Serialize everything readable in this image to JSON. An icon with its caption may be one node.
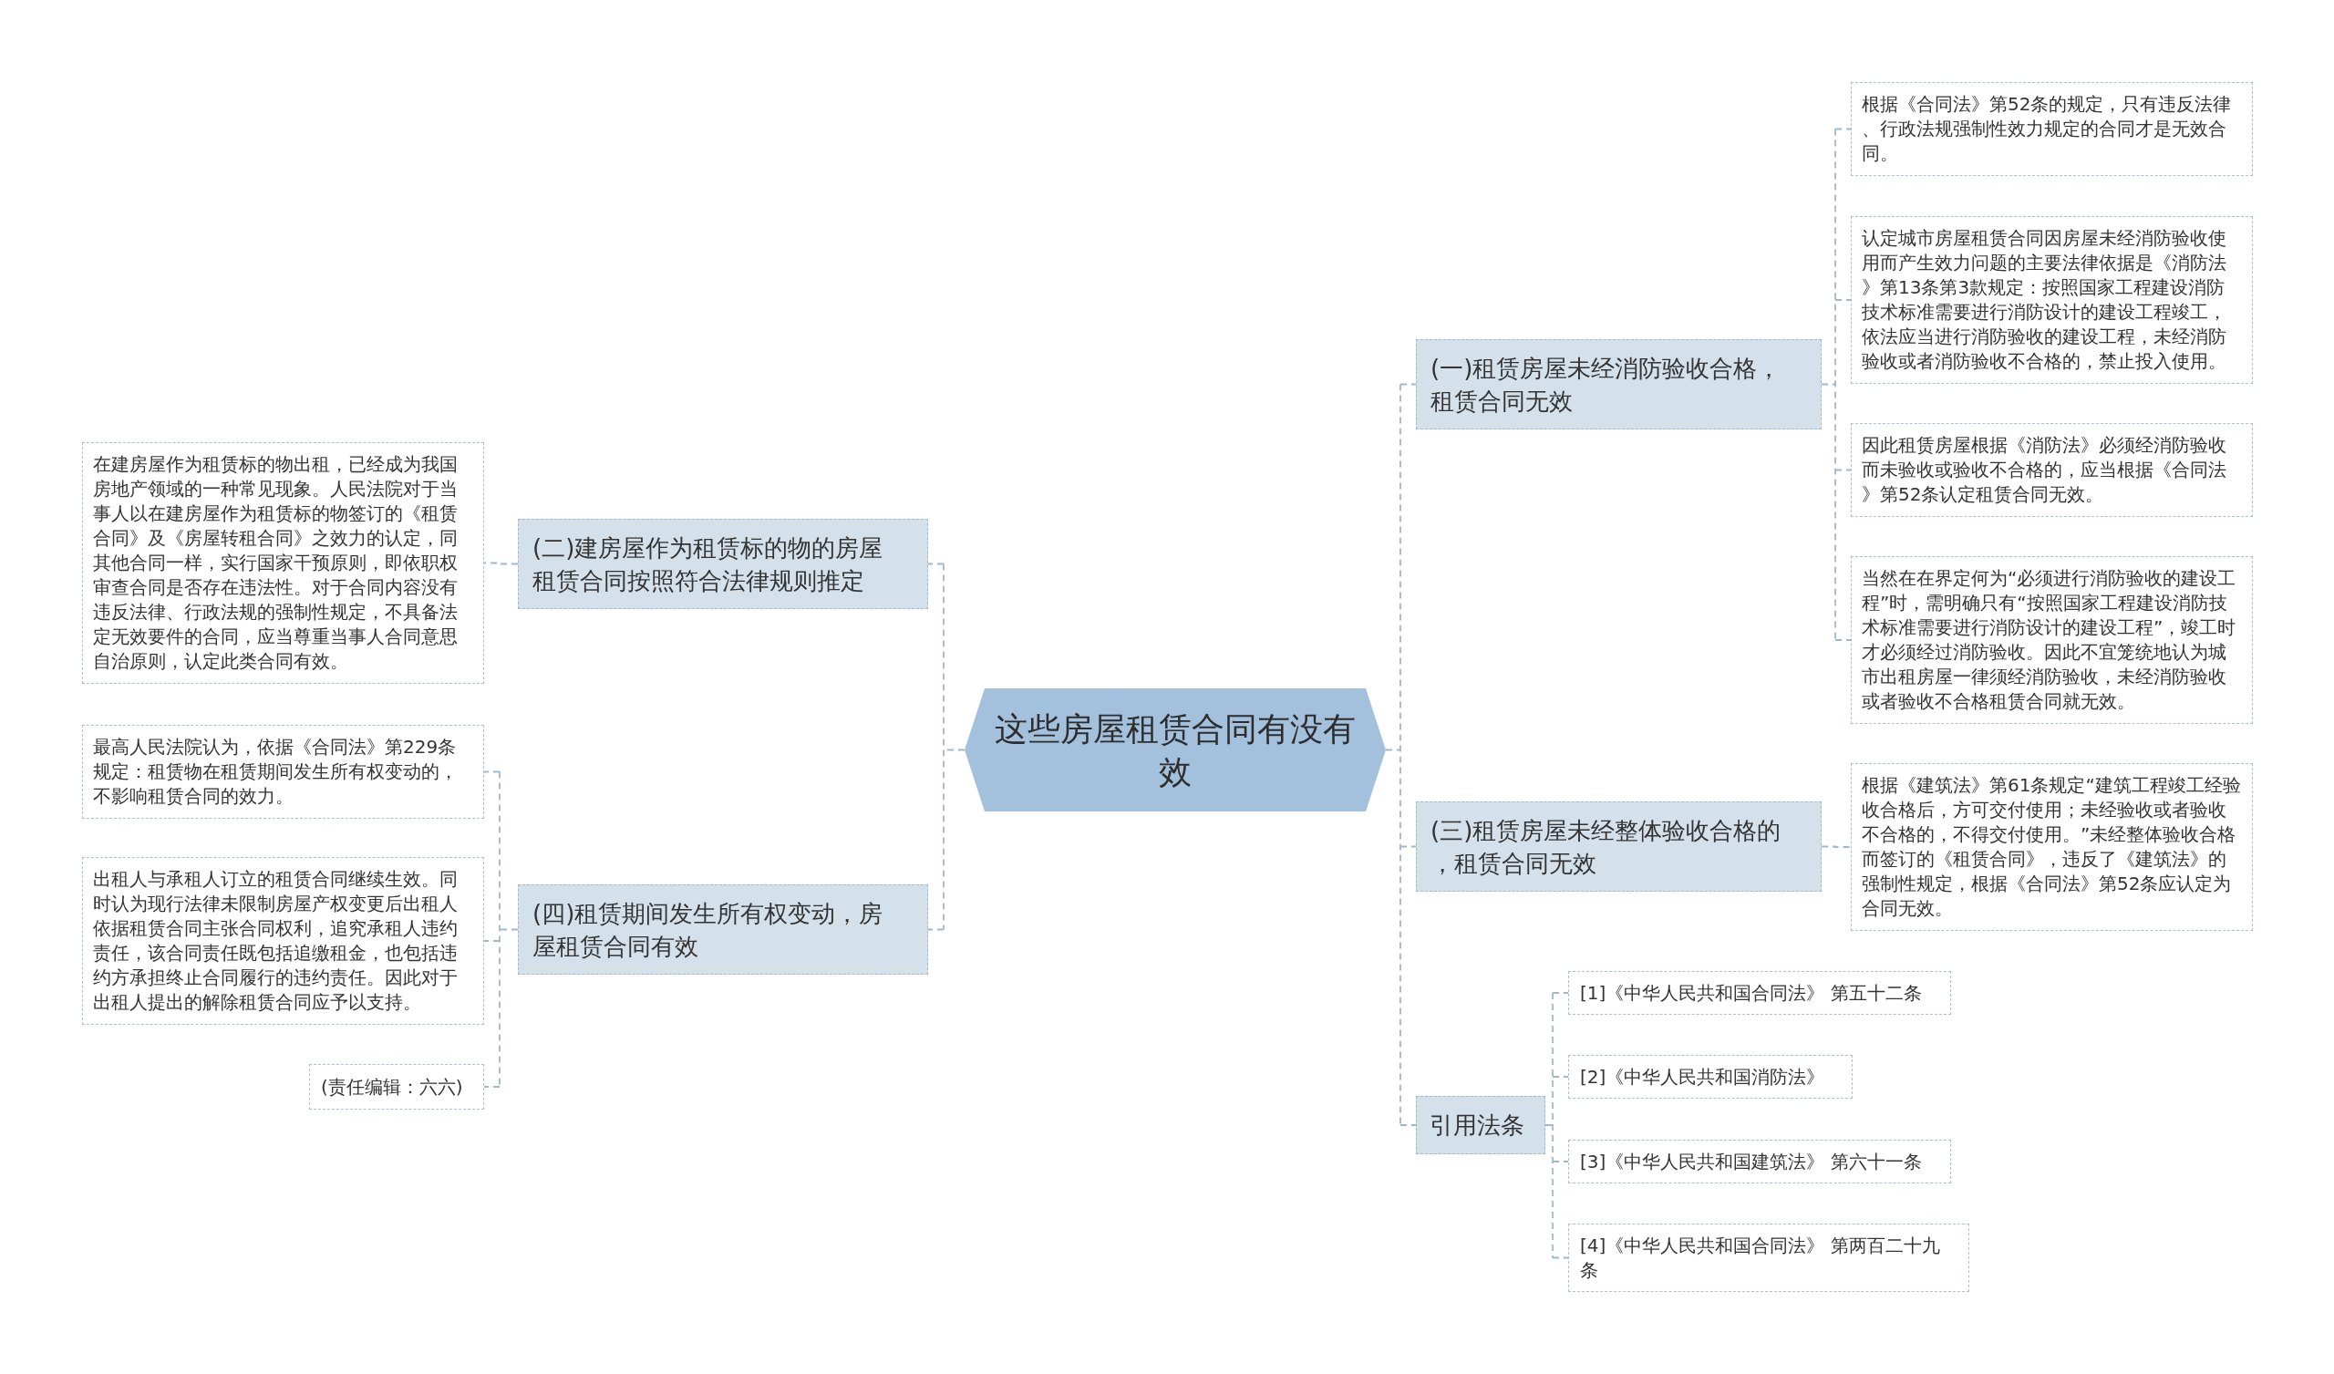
{
  "diagram": {
    "nodes": [
      {
        "text": [
          "这些房屋租赁合同有没有效"
        ]
      },
      {
        "text": [
          "(一)租赁房屋未经消防验收合格，租赁合同无效"
        ]
      },
      {
        "text": [
          "根据《合同法》第52条的规定，只有违反法律、行政法规强制性效力规定的合同才是无效合同。"
        ]
      },
      {
        "text": [
          "认定城市房屋租赁合同因房屋未经消防验收使用而产生效力问题的主要法律依据是《消防法》第13条第3款规定：按照国家工程建设消防技术标准需要进行消防设计的建设工程竣工，依法应当进行消防验收的建设工程，未经消防验收或者消防验收不合格的，禁止投入使用。"
        ]
      },
      {
        "text": [
          "因此租赁房屋根据《消防法》必须经消防验收而未验收或验收不合格的，应当根据《合同法》第52条认定租赁合同无效。"
        ]
      },
      {
        "text": [
          "当然在在界定何为“必须进行消防验收的建设工程”时，需明确只有“按照国家工程建设消防技术标准需要进行消防设计的建设工程”，竣工时才必须经过消防验收。因此不宜笼统地认为城市出租房屋一律须经消防验收，未经消防验收或者验收不合格租赁合同就无效。"
        ]
      },
      {
        "text": [
          "(三)租赁房屋未经整体验收合格的，租赁合同无效"
        ]
      },
      {
        "text": [
          "根据《建筑法》第61条规定“建筑工程竣工经验收合格后，方可交付使用；未经验收或者验收不合格的，不得交付使用。”未经整体验收合格而签订的《租赁合同》，违反了《建筑法》的强制性规定，根据《合同法》第52条应认定为合同无效。"
        ]
      },
      {
        "text": [
          "引用法条"
        ]
      },
      {
        "text": [
          "[1]《中华人民共和国合同法》 第五十二条"
        ]
      },
      {
        "text": [
          "[2]《中华人民共和国消防法》"
        ]
      },
      {
        "text": [
          "[3]《中华人民共和国建筑法》 第六十一条"
        ]
      },
      {
        "text": [
          "[4]《中华人民共和国合同法》 第两百二十九条"
        ]
      },
      {
        "text": [
          "(二)建房屋作为租赁标的物的房屋租赁合同按照符合法律规则推定"
        ]
      },
      {
        "text": [
          "在建房屋作为租赁标的物出租，已经成为我国房地产领域的一种常见现象。人民法院对于当事人以在建房屋作为租赁标的物签订的《租赁合同》及《房屋转租合同》之效力的认定，同其他合同一样，实行国家干预原则，即依职权审查合同是否存在违法性。对于合同内容没有违反法律、行政法规的强制性规定，不具备法定无效要件的合同，应当尊重当事人合同意思自治原则，认定此类合同有效。"
        ]
      },
      {
        "text": [
          "(四)租赁期间发生所有权变动，房屋租赁合同有效"
        ]
      },
      {
        "text": [
          "最高人民法院认为，依据《合同法》第229条规定：租赁物在租赁期间发生所有权变动的，不影响租赁合同的效力。"
        ]
      },
      {
        "text": [
          "出租人与承租人订立的租赁合同继续生效。同时认为现行法律未限制房屋产权变更后出租人依据租赁合同主张合同权利，追究承租人违约责任，该合同责任既包括追缴租金，也包括违约方承担终止合同履行的违约责任。因此对于出租人提出的解除租赁合同应予以支持。"
        ]
      },
      {
        "text": [
          "(责任编辑：六六)"
        ]
      }
    ],
    "edges": [
      {
        "from": 0,
        "to": 1,
        "arrow": "none",
        "style": "dashed"
      },
      {
        "from": 1,
        "to": 2,
        "arrow": "none",
        "style": "dashed"
      },
      {
        "from": 1,
        "to": 3,
        "arrow": "none",
        "style": "dashed"
      },
      {
        "from": 1,
        "to": 4,
        "arrow": "none",
        "style": "dashed"
      },
      {
        "from": 1,
        "to": 5,
        "arrow": "none",
        "style": "dashed"
      },
      {
        "from": 0,
        "to": 6,
        "arrow": "none",
        "style": "dashed"
      },
      {
        "from": 6,
        "to": 7,
        "arrow": "none",
        "style": "dashed"
      },
      {
        "from": 0,
        "to": 8,
        "arrow": "none",
        "style": "dashed"
      },
      {
        "from": 8,
        "to": 9,
        "arrow": "none",
        "style": "dashed"
      },
      {
        "from": 8,
        "to": 10,
        "arrow": "none",
        "style": "dashed"
      },
      {
        "from": 8,
        "to": 11,
        "arrow": "none",
        "style": "dashed"
      },
      {
        "from": 8,
        "to": 12,
        "arrow": "none",
        "style": "dashed"
      },
      {
        "from": 0,
        "to": 13,
        "arrow": "none",
        "style": "dashed"
      },
      {
        "from": 13,
        "to": 14,
        "arrow": "none",
        "style": "dashed"
      },
      {
        "from": 0,
        "to": 15,
        "arrow": "none",
        "style": "dashed"
      },
      {
        "from": 15,
        "to": 16,
        "arrow": "none",
        "style": "dashed"
      },
      {
        "from": 15,
        "to": 17,
        "arrow": "none",
        "style": "dashed"
      },
      {
        "from": 15,
        "to": 18,
        "arrow": "none",
        "style": "dashed"
      }
    ]
  }
}
